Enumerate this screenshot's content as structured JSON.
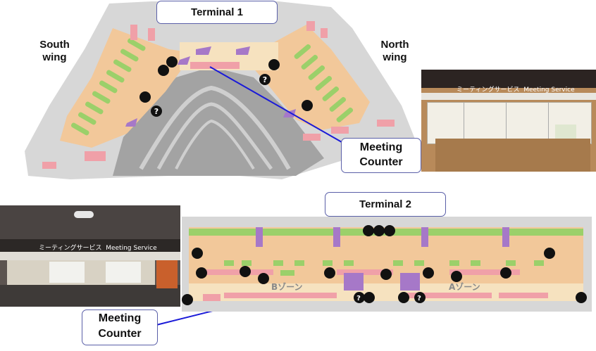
{
  "terminal1": {
    "title": "Terminal 1",
    "south_wing": "South\nwing",
    "north_wing": "North\nwing",
    "counter_label": "Meeting\nCounter",
    "photo_sign_jp": "ミーティングサービス",
    "photo_sign_en": "Meeting Service"
  },
  "terminal2": {
    "title": "Terminal 2",
    "zone_b": "Bゾーン",
    "zone_a": "Aゾーン",
    "counter_label": "Meeting\nCounter",
    "photo_sign_jp": "ミーティングサービス",
    "photo_sign_en": "Meeting Service"
  },
  "icons": {
    "info": "?",
    "restroom": "restroom-icon",
    "baggage": "baggage-cart-icon",
    "nursery": "baby-care-icon"
  },
  "colors": {
    "counter_area": "#f2c89a",
    "gates": "#9bd06a",
    "shops": "#f0a0a8",
    "apron": "#9a9a9a",
    "stairs": "#a678c8",
    "leader_line": "#1a1ad8",
    "box_border": "#5a5fa8"
  }
}
